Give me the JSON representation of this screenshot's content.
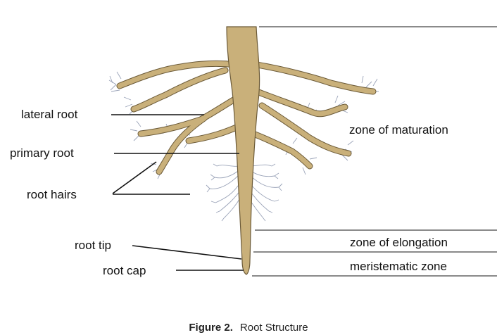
{
  "diagram": {
    "left_labels": {
      "lateral_root": "lateral root",
      "primary_root": "primary root",
      "root_hairs": "root hairs",
      "root_tip": "root tip",
      "root_cap": "root cap"
    },
    "zones": {
      "maturation": "zone of maturation",
      "elongation": "zone of elongation",
      "meristematic": "meristematic zone"
    },
    "caption": {
      "figure": "Figure 2.",
      "title": "Root Structure"
    }
  },
  "colors": {
    "root_fill": "#c9b07a",
    "root_outline": "#6b5a38",
    "root_hairs": "#9aa3b8",
    "leader_lines": "#111111"
  }
}
